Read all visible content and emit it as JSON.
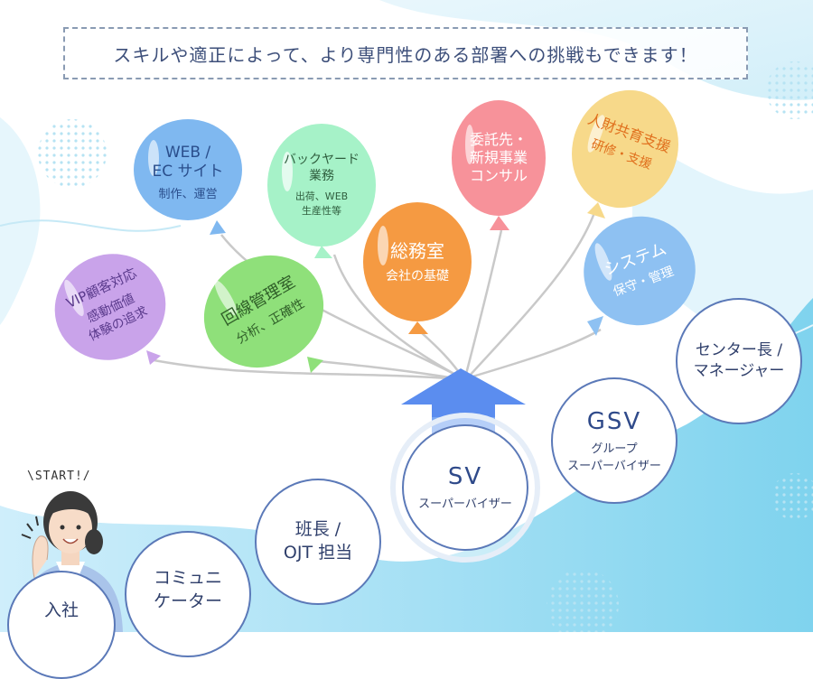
{
  "banner": "スキルや適正によって、より専門性のある部署への挑戦もできます！",
  "start_label": "\\START!/",
  "colors": {
    "circle_border": "#5b79b8",
    "arrow": "#5b8def",
    "bg_wave": "#9ad7f2"
  },
  "steps": [
    {
      "main": "入社",
      "sub": ""
    },
    {
      "main": "コミュニ\nケーター",
      "sub": ""
    },
    {
      "main": "班長 /\nOJT 担当",
      "sub": ""
    },
    {
      "main": "SV",
      "sub": "スーパーバイザー"
    },
    {
      "main": "GSV",
      "sub": "グループ\nスーパーバイザー"
    },
    {
      "main": "センター長 /\nマネージャー",
      "sub": ""
    }
  ],
  "balloons": [
    {
      "main": "VIP顧客対応",
      "sub": "感動価値\n体験の追求",
      "color": "#c9a3ea",
      "text_color": "#5a3a8c"
    },
    {
      "main": "WEB /\nEC サイト",
      "sub": "制作、運営",
      "color": "#7fb8f0",
      "text_color": "#2a4e8c"
    },
    {
      "main": "回線管理室",
      "sub": "分析、正確性",
      "color": "#8fe07a",
      "text_color": "#2f5e28"
    },
    {
      "main": "バックヤード\n業務",
      "sub": "出荷、WEB\n生産性等",
      "color": "#a6f2c8",
      "text_color": "#2f5e3e"
    },
    {
      "main": "総務室",
      "sub": "会社の基礎",
      "color": "#f59a42",
      "text_color": "#ffffff"
    },
    {
      "main": "委託先・\n新規事業\nコンサル",
      "sub": "",
      "color": "#f7929a",
      "text_color": "#ffffff"
    },
    {
      "main": "人財共育支援",
      "sub": "研修・支援",
      "color": "#f7d98a",
      "text_color": "#e0701e"
    },
    {
      "main": "システム",
      "sub": "保守・管理",
      "color": "#8ec1f2",
      "text_color": "#ffffff"
    }
  ]
}
